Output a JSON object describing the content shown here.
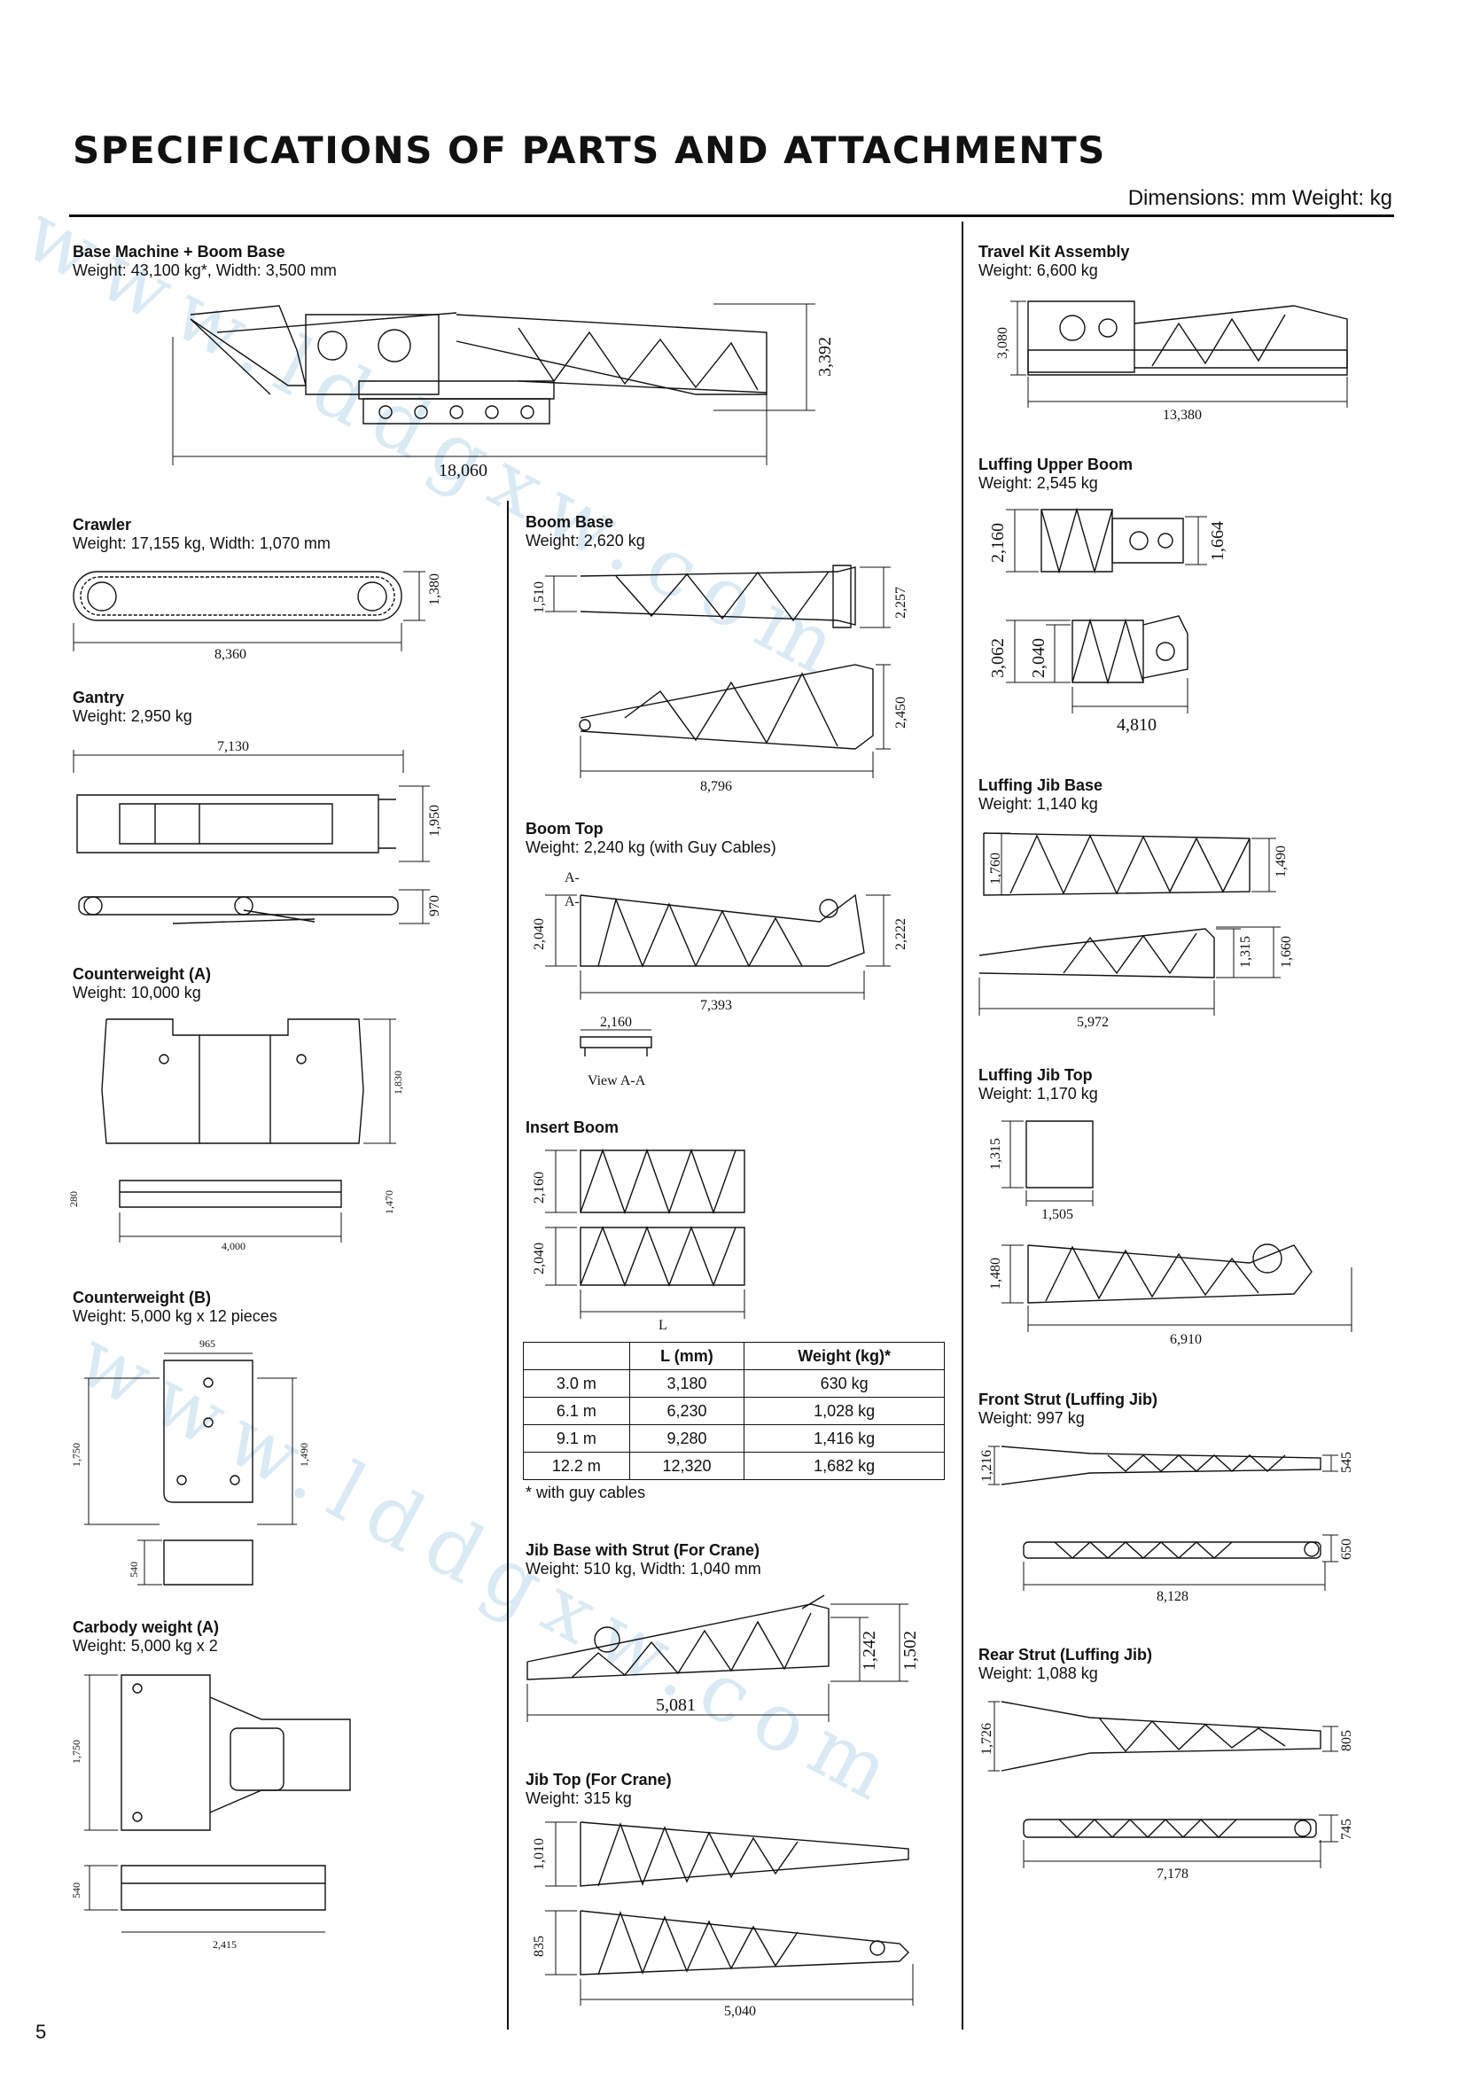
{
  "header": {
    "title": "SPECIFICATIONS OF PARTS AND ATTACHMENTS",
    "units": "Dimensions: mm   Weight: kg"
  },
  "page_number": "5",
  "watermark": "www.lddgxw.com",
  "sections": {
    "base_machine": {
      "title": "Base Machine + Boom Base",
      "weight": "Weight: 43,100 kg*,  Width: 3,500 mm",
      "dims": [
        "3,392",
        "18,060"
      ]
    },
    "crawler": {
      "title": "Crawler",
      "weight": "Weight: 17,155 kg,  Width: 1,070 mm",
      "dims": [
        "1,380",
        "8,360"
      ]
    },
    "gantry": {
      "title": "Gantry",
      "weight": "Weight: 2,950 kg",
      "dims": [
        "7,130",
        "1,950",
        "970"
      ]
    },
    "cw_a": {
      "title": "Counterweight (A)",
      "weight": "Weight: 10,000 kg",
      "dims": [
        "1,830",
        "280",
        "1,470",
        "4,000"
      ]
    },
    "cw_b": {
      "title": "Counterweight (B)",
      "weight": "Weight: 5,000 kg x 12 pieces",
      "dims": [
        "965",
        "1,750",
        "1,490",
        "540"
      ]
    },
    "carbody": {
      "title": "Carbody weight (A)",
      "weight": "Weight: 5,000 kg x 2",
      "dims": [
        "1,750",
        "540",
        "2,415"
      ]
    },
    "boom_base": {
      "title": "Boom Base",
      "weight": "Weight: 2,620 kg",
      "dims": [
        "1,510",
        "2,257",
        "2,450",
        "8,796"
      ]
    },
    "boom_top": {
      "title": "Boom Top",
      "weight": "Weight: 2,240 kg (with Guy Cables)",
      "dims": [
        "2,040",
        "2,222",
        "7,393",
        "2,160"
      ],
      "section_mark": "A-",
      "view_label": "View A-A"
    },
    "insert_boom": {
      "title": "Insert Boom",
      "dims": [
        "2,160",
        "2,040",
        "L"
      ]
    },
    "insert_table": {
      "headers": [
        "",
        "L (mm)",
        "Weight (kg)*"
      ],
      "rows": [
        [
          "3.0 m",
          "3,180",
          "630 kg"
        ],
        [
          "6.1 m",
          "6,230",
          "1,028 kg"
        ],
        [
          "9.1 m",
          "9,280",
          "1,416 kg"
        ],
        [
          "12.2 m",
          "12,320",
          "1,682 kg"
        ]
      ],
      "note": "* with guy cables"
    },
    "jib_base": {
      "title": "Jib Base with Strut (For Crane)",
      "weight": "Weight: 510 kg,  Width: 1,040 mm",
      "dims": [
        "1,242",
        "1,502",
        "5,081"
      ]
    },
    "jib_top": {
      "title": "Jib Top (For Crane)",
      "weight": "Weight: 315 kg",
      "dims": [
        "1,010",
        "835",
        "5,040"
      ]
    },
    "travel_kit": {
      "title": "Travel Kit Assembly",
      "weight": "Weight: 6,600 kg",
      "dims": [
        "3,080",
        "13,380"
      ]
    },
    "luffing_upper": {
      "title": "Luffing Upper Boom",
      "weight": "Weight: 2,545 kg",
      "dims": [
        "2,160",
        "1,664",
        "3,062",
        "2,040",
        "4,810"
      ]
    },
    "luffing_jib_base": {
      "title": "Luffing Jib Base",
      "weight": "Weight: 1,140 kg",
      "dims": [
        "1,760",
        "1,490",
        "1,315",
        "1,660",
        "5,972"
      ]
    },
    "luffing_jib_top": {
      "title": "Luffing Jib Top",
      "weight": "Weight: 1,170 kg",
      "dims": [
        "1,315",
        "1,505",
        "1,480",
        "6,910"
      ]
    },
    "front_strut": {
      "title": "Front Strut (Luffing Jib)",
      "weight": "Weight: 997 kg",
      "dims": [
        "1,216",
        "545",
        "650",
        "8,128"
      ]
    },
    "rear_strut": {
      "title": "Rear Strut (Luffing Jib)",
      "weight": "Weight: 1,088 kg",
      "dims": [
        "1,726",
        "805",
        "745",
        "7,178"
      ]
    }
  }
}
